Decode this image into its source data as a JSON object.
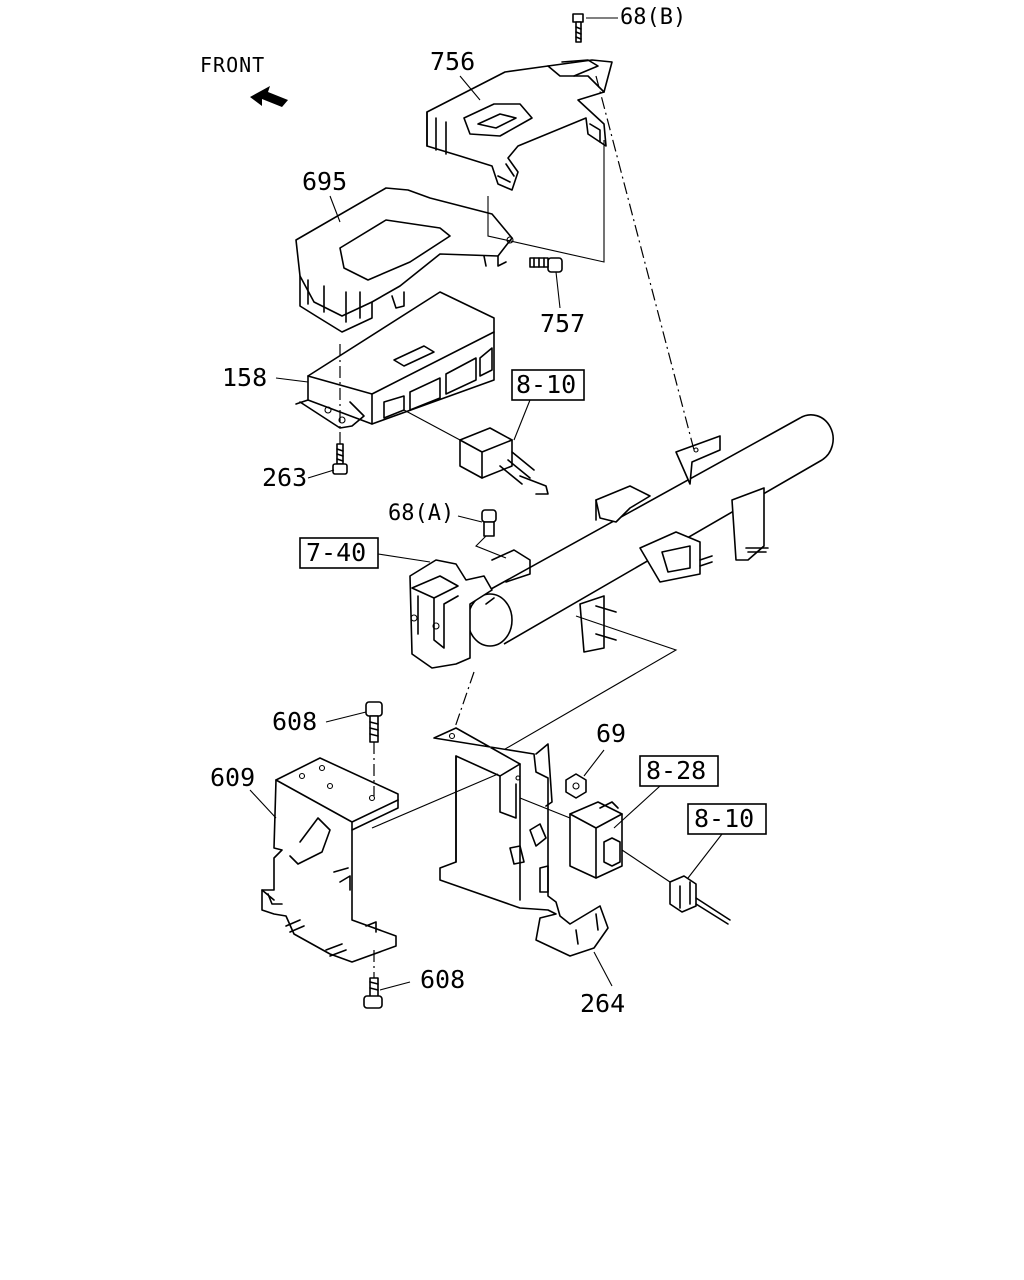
{
  "diagram": {
    "orientation": "FRONT",
    "callouts": {
      "bolt_68b": "68(B)",
      "bracket_756": "756",
      "cover_695": "695",
      "bolt_757": "757",
      "ecu_158": "158",
      "bolt_263": "263",
      "bolt_68a": "68(A)",
      "bracket_609": "609",
      "bolt_608_top": "608",
      "bolt_608_bottom": "608",
      "nut_69": "69",
      "bracket_264": "264"
    },
    "references": {
      "harness_ref_top": "8-10",
      "steering_ref": "7-40",
      "relay_ref": "8-28",
      "harness_ref_bottom": "8-10"
    }
  }
}
